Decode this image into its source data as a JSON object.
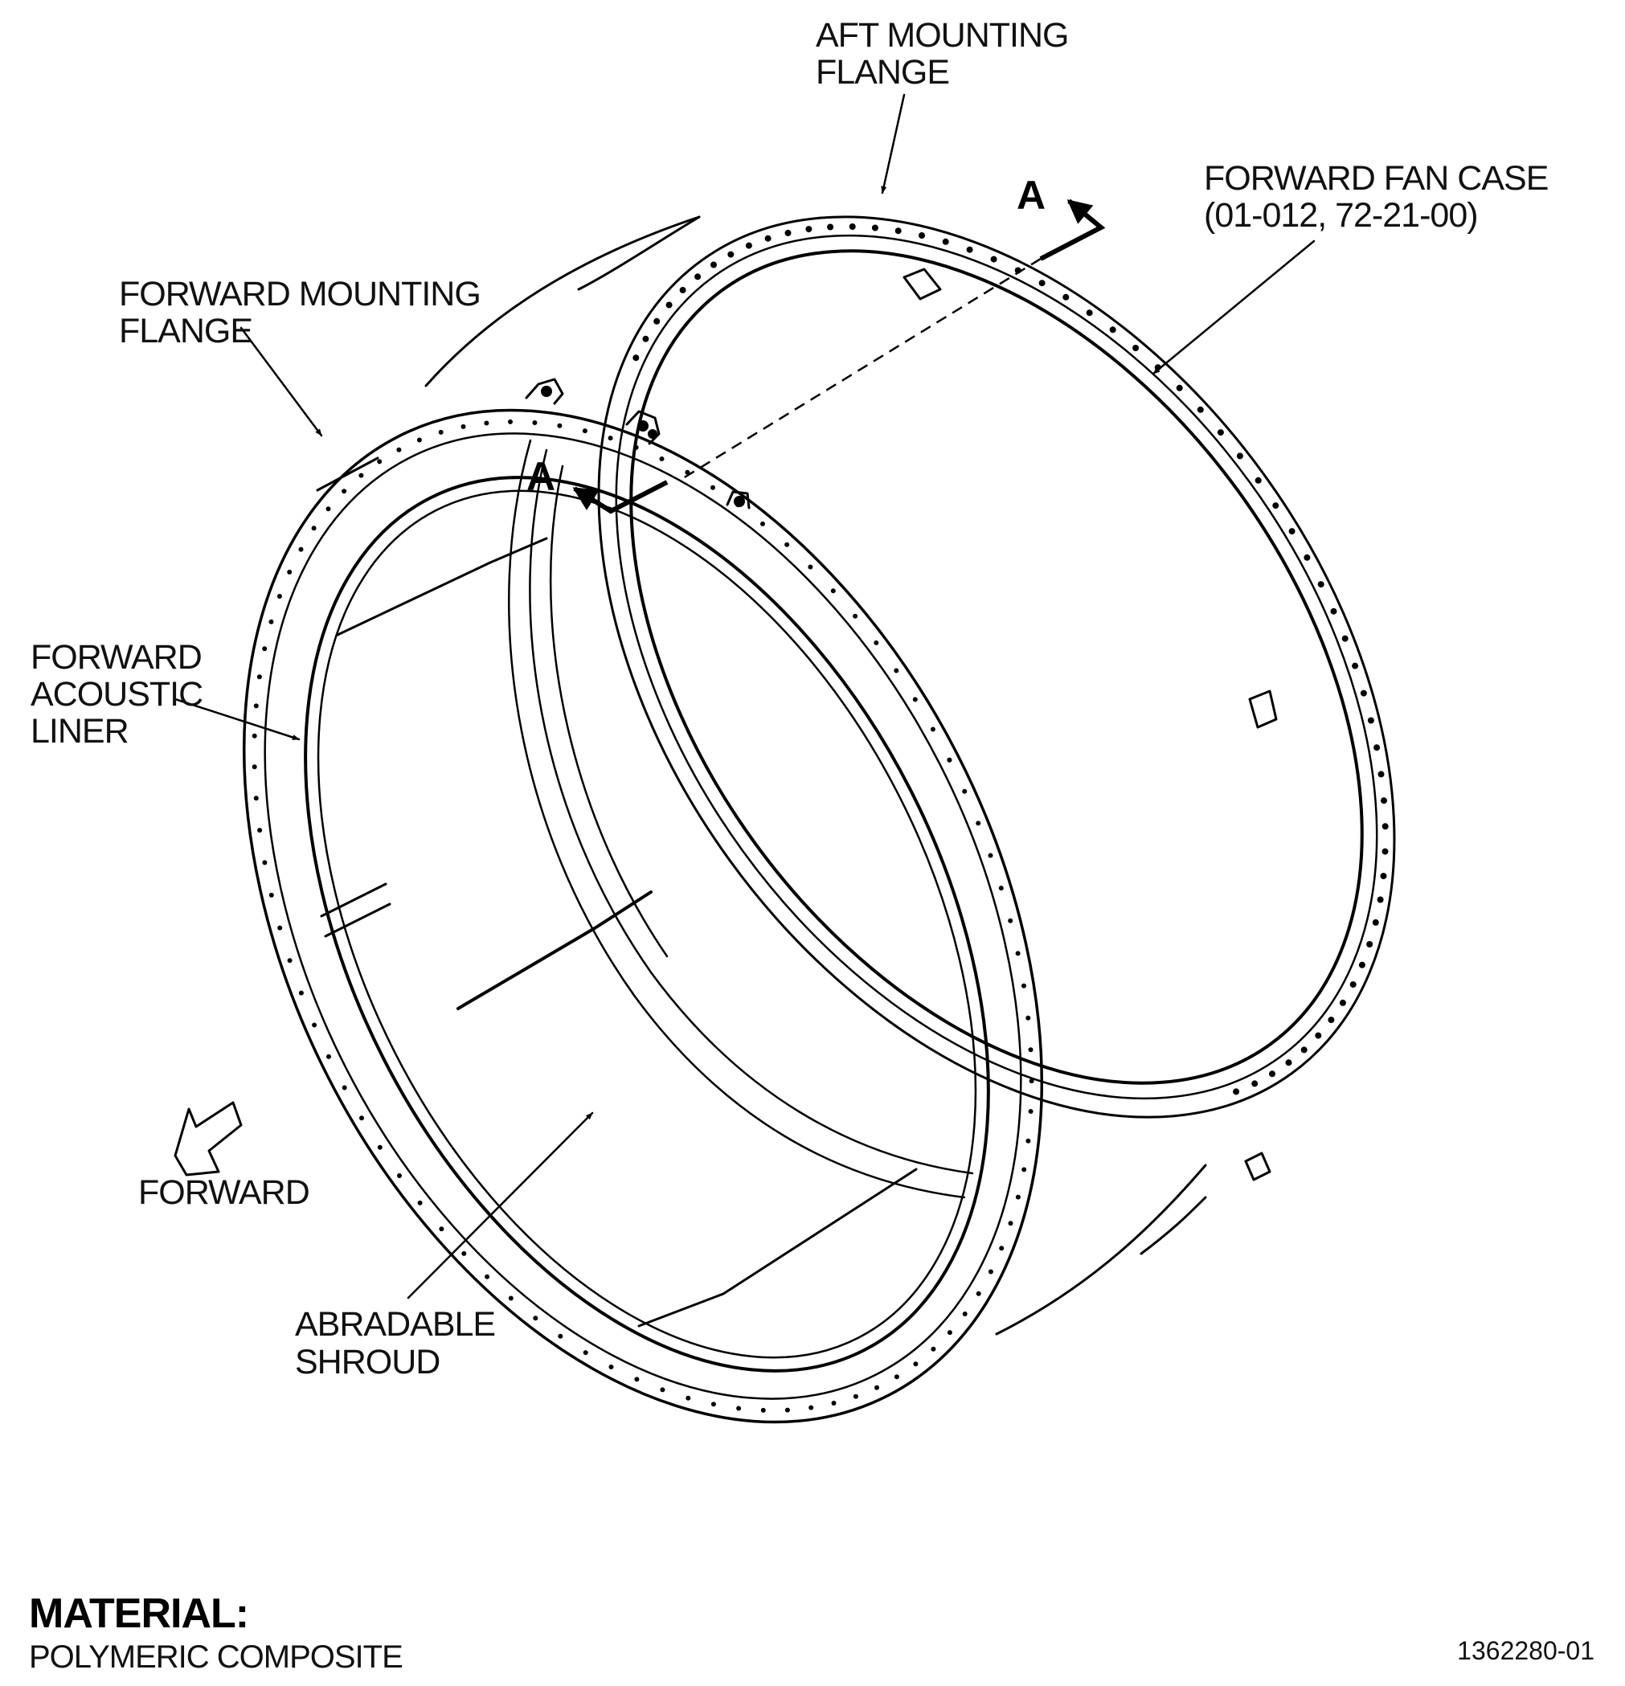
{
  "labels": {
    "aft_flange": [
      "AFT MOUNTING",
      "FLANGE"
    ],
    "fan_case": [
      "FORWARD FAN CASE",
      "(01-012, 72-21-00)"
    ],
    "fwd_flange": [
      "FORWARD MOUNTING",
      "FLANGE"
    ],
    "acoustic_liner": [
      "FORWARD",
      "ACOUSTIC",
      "LINER"
    ],
    "shroud": [
      "ABRADABLE",
      "SHROUD"
    ],
    "forward": "FORWARD"
  },
  "section_marker": "A",
  "material": {
    "heading": "MATERIAL:",
    "value": "POLYMERIC COMPOSITE"
  },
  "figure_number": "1362280-01",
  "colors": {
    "ink": "#000000",
    "paper": "#ffffff"
  }
}
